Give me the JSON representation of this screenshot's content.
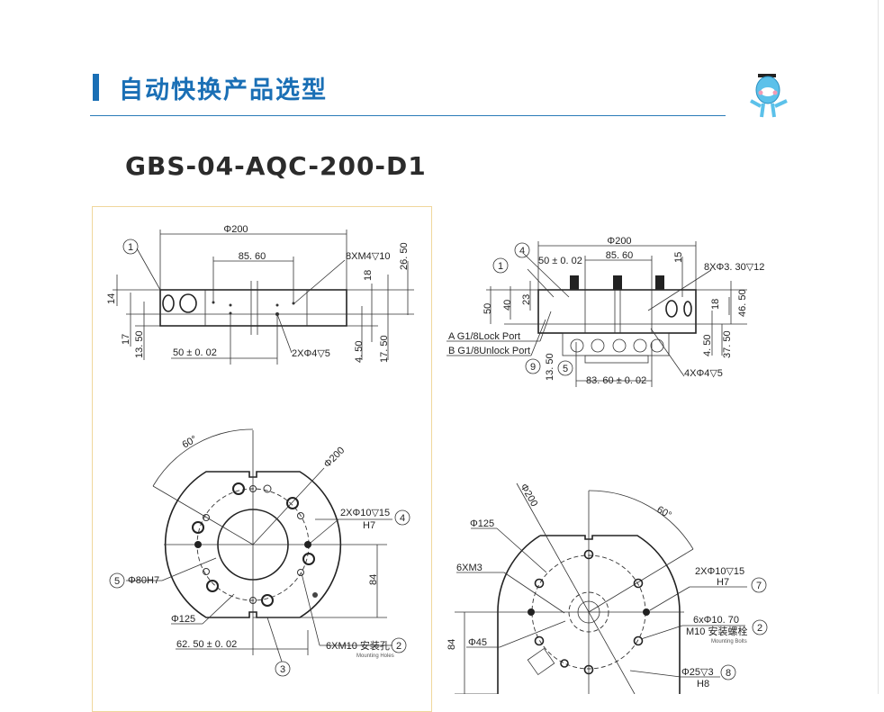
{
  "header": {
    "title": "自动快换产品选型",
    "mascot": "mascot-icon"
  },
  "model": "GBS-04-AQC-200-D1",
  "side_left": {
    "d200": "Φ200",
    "d8560": "85. 60",
    "m4": "8XM4▽10",
    "d2650": "26. 50",
    "d18": "18",
    "d14": "14",
    "d17": "17",
    "d1350": "13. 50",
    "d50": "50 ± 0. 02",
    "h2": "2XΦ4▽5",
    "d450": "4. 50",
    "d1750": "17. 50",
    "c1": "1"
  },
  "side_right": {
    "d200": "Φ200",
    "d8560": "85. 60",
    "d50": "50 ± 0. 02",
    "d15": "15",
    "m33": "8XΦ3. 30▽12",
    "d4650": "46. 50",
    "d18": "18",
    "v50": "50",
    "v40": "40",
    "v23": "23",
    "portA": "A  G1/8Lock  Port",
    "portB": "B  G1/8Unlock  Port",
    "d1350": "13. 50",
    "d8360": "83. 60 ± 0. 02",
    "h4": "4XΦ4▽5",
    "d450": "4. 50",
    "d3750": "37. 50",
    "c4": "4",
    "c1": "1",
    "c9": "9",
    "c5": "5"
  },
  "plan_left": {
    "a60": "60°",
    "d200": "Φ200",
    "pin": "2XΦ10▽15",
    "pin_fit": "H7",
    "c4": "4",
    "bore": "Φ80H7",
    "c5": "5",
    "d84": "84",
    "d125": "Φ125",
    "d6250": "62. 50 ± 0. 02",
    "m10": "6XM10 安装孔",
    "m10_en": "Mounting Holes",
    "c2": "2",
    "c3": "3"
  },
  "plan_right": {
    "d200": "Φ200",
    "a60": "60°",
    "d125": "Φ125",
    "m3": "6XM3",
    "pin": "2XΦ10▽15",
    "pin_fit": "H7",
    "c7": "7",
    "bolts": "6xΦ10. 70",
    "bolts_cn": "M10 安装螺栓",
    "bolts_en": "Mounting Bolts",
    "c2": "2",
    "d84": "84",
    "d45": "Φ45",
    "d25": "Φ25▽3",
    "d25_fit": "H8",
    "c8": "8"
  }
}
